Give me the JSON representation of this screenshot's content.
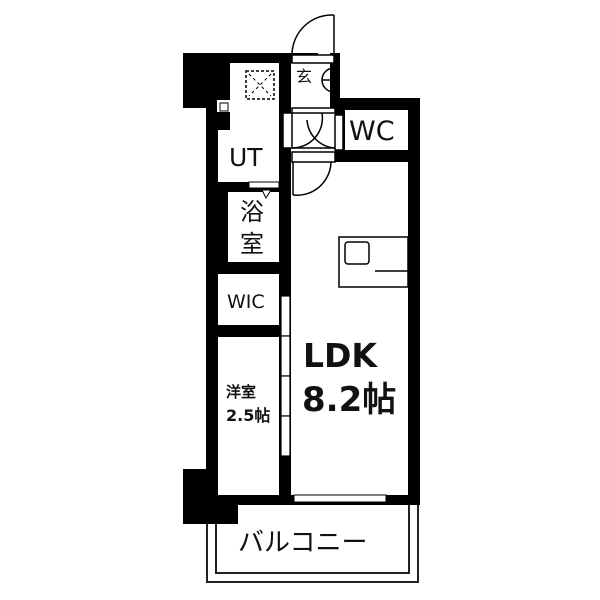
{
  "floor_plan": {
    "rooms": {
      "entrance": {
        "label": "玄"
      },
      "toilet": {
        "label": "WC"
      },
      "utility": {
        "label": "UT"
      },
      "bathroom": {
        "label_line1": "浴",
        "label_line2": "室"
      },
      "walk_in_closet": {
        "label": "WIC"
      },
      "ldk": {
        "label": "LDK",
        "size": "8.2帖"
      },
      "western_room": {
        "label": "洋室",
        "size": "2.5帖"
      },
      "balcony": {
        "label": "バルコニー"
      }
    },
    "colors": {
      "wall": "#000000",
      "background": "#ffffff"
    }
  }
}
